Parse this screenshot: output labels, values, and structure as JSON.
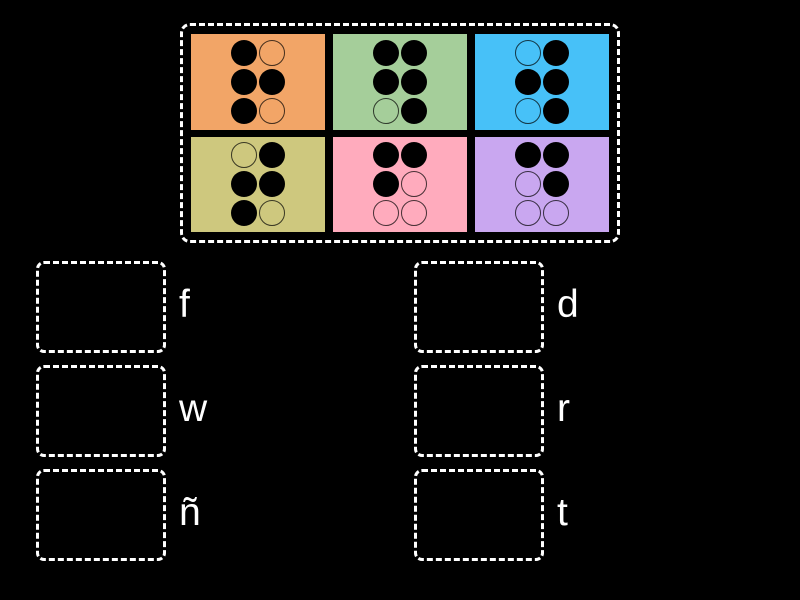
{
  "background_color": "#000000",
  "dash_border_color": "#ffffff",
  "board": {
    "cards": [
      {
        "name": "braille-card-r",
        "color": "#F2A567",
        "dots": [
          1,
          2,
          3,
          5
        ]
      },
      {
        "name": "braille-card-n-tilde",
        "color": "#A5CE9A",
        "dots": [
          1,
          2,
          4,
          5,
          6
        ]
      },
      {
        "name": "braille-card-w",
        "color": "#47C1F8",
        "dots": [
          2,
          4,
          5,
          6
        ]
      },
      {
        "name": "braille-card-t",
        "color": "#CEC87E",
        "dots": [
          2,
          3,
          4,
          5
        ]
      },
      {
        "name": "braille-card-f",
        "color": "#FFABBD",
        "dots": [
          1,
          2,
          4
        ]
      },
      {
        "name": "braille-card-d",
        "color": "#C9A7F0",
        "dots": [
          1,
          4,
          5
        ]
      }
    ],
    "dot_color": "#000000"
  },
  "targets": {
    "left_column": [
      {
        "label": "f"
      },
      {
        "label": "w"
      },
      {
        "label": "ñ"
      }
    ],
    "right_column": [
      {
        "label": "d"
      },
      {
        "label": "r"
      },
      {
        "label": "t"
      }
    ]
  }
}
